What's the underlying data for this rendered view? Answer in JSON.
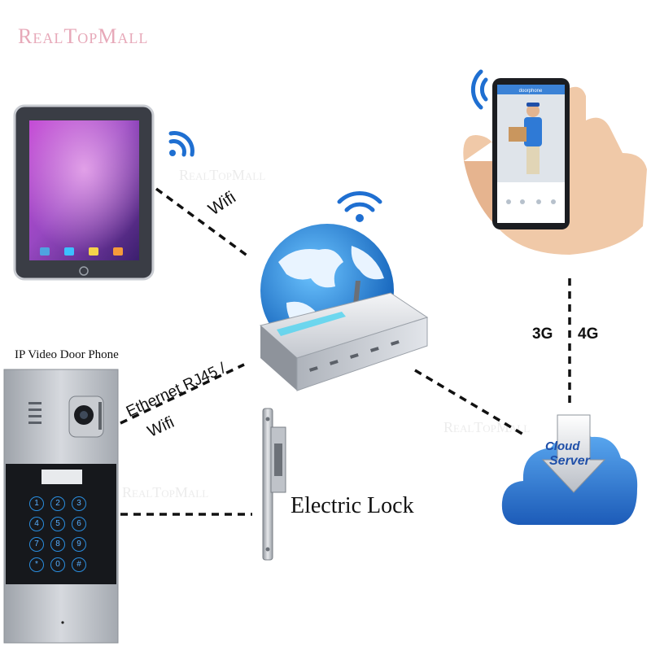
{
  "watermark": {
    "brand": "RealTopMall"
  },
  "labels": {
    "wifi_top": "Wifi",
    "ethernet": "Ethernet RJ45 /",
    "wifi_bottom": "Wifi",
    "door_phone_title": "IP Video Door Phone",
    "electric_lock": "Electric Lock",
    "net_3g": "3G",
    "net_4g": "4G",
    "cloud_line1": "Cloud",
    "cloud_line2": "Server"
  },
  "phone_app": {
    "title": "doorphone"
  },
  "keypad": {
    "keys": [
      "1",
      "2",
      "3",
      "4",
      "5",
      "6",
      "7",
      "8",
      "9",
      "*",
      "0",
      "#"
    ]
  },
  "colors": {
    "wifi_blue": "#1f6fd1",
    "cloud_blue": "#2a6fc8",
    "globe_blue": "#2a8ee0",
    "tablet_frame": "#3a3d45"
  }
}
